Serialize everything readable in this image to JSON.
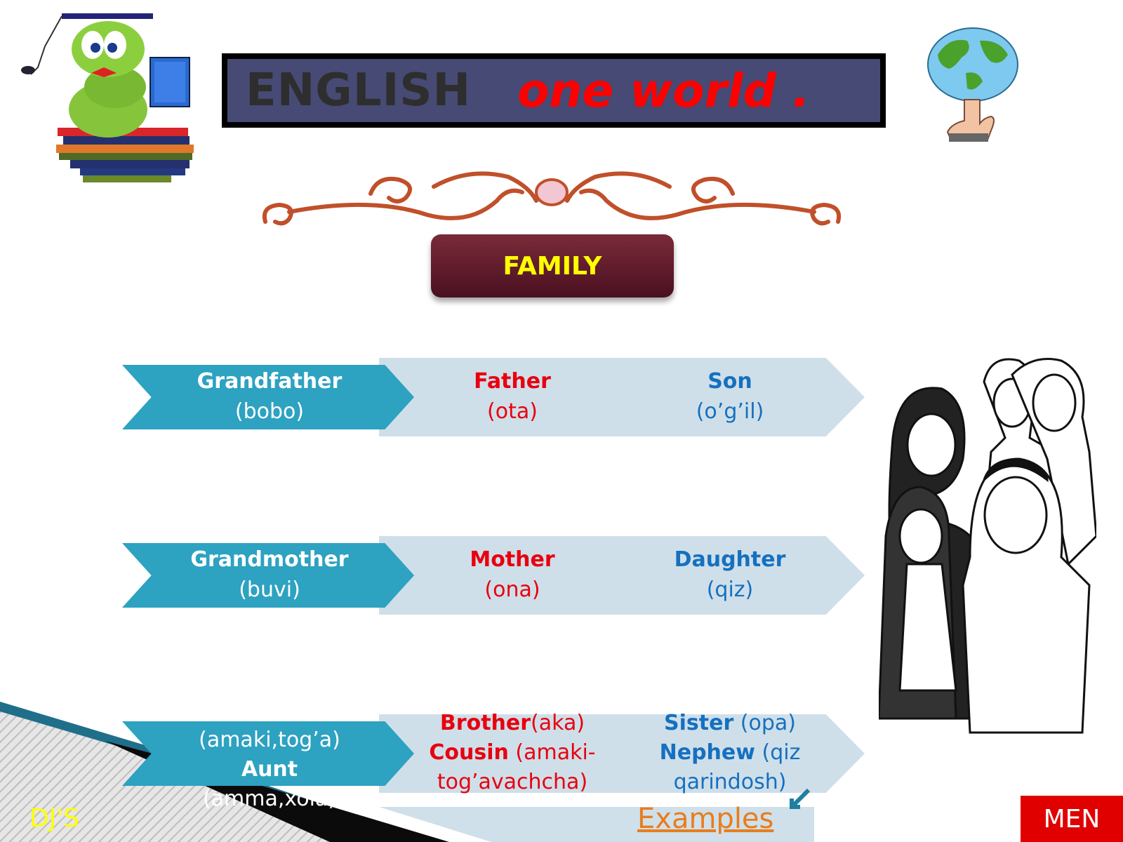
{
  "title": {
    "english": "ENGLISH",
    "tagline": "one world ."
  },
  "section": {
    "label": "FAMILY"
  },
  "rows": [
    {
      "col1": {
        "word": "Grandfather",
        "tr": "(bobo)"
      },
      "col2": {
        "word": "Father",
        "tr": "(ota)"
      },
      "col3": {
        "word": "Son",
        "tr": "(o’g’il)"
      }
    },
    {
      "col1": {
        "word": "Grandmother",
        "tr": "(buvi)"
      },
      "col2": {
        "word": "Mother",
        "tr": "(ona)"
      },
      "col3": {
        "word": "Daughter",
        "tr": "(qiz)"
      }
    },
    {
      "col1": {
        "pre": "(amaki,tog’a)",
        "word": "Aunt",
        "tr": "(amma,xola)"
      },
      "col2": {
        "w1": "Brother",
        "t1": "(aka)",
        "w2": "Cousin",
        "t2": " (amaki-",
        "t3": "tog’avachcha)"
      },
      "col3": {
        "w1": "Sister",
        "t1": " (opa)",
        "w2": "Nephew",
        "t2": " (qiz",
        "t3": "qarindosh)"
      }
    }
  ],
  "footer": {
    "djs": "DJ'S",
    "examples": "Examples",
    "men": "MEN"
  },
  "colors": {
    "teal": "#2da2c1",
    "light": "#cfdfe9",
    "red": "#e8000f",
    "blue": "#1570c0",
    "banner": "#464a74"
  },
  "icons": [
    "bookworm-graduate-icon",
    "globe-on-finger-icon",
    "ornament-swirl-icon",
    "family-sketch-icon"
  ]
}
